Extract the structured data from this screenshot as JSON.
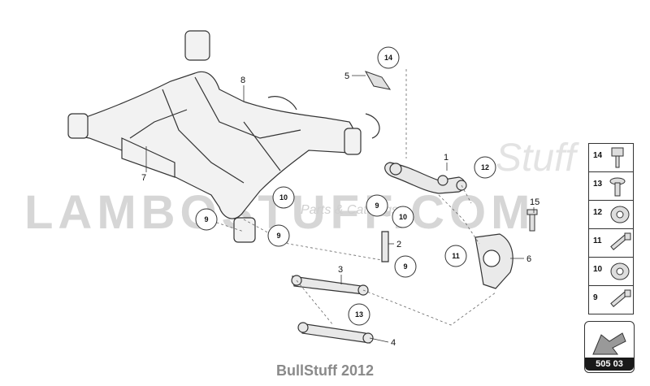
{
  "watermark": {
    "brand": "LAMBOSTUFF.COM",
    "script": "Stuff",
    "sub": "Parts & Catalogs"
  },
  "footer": "BullStuff 2012",
  "reference_code": "505 03",
  "callouts": {
    "c14": "14",
    "c12": "12",
    "c10a": "10",
    "c9a": "9",
    "c9b": "9",
    "c9c": "9",
    "c10b": "10",
    "c9d": "9",
    "c11": "11",
    "c13": "13"
  },
  "labels": {
    "l1": "1",
    "l2": "2",
    "l3": "3",
    "l4": "4",
    "l5": "5",
    "l6": "6",
    "l7": "7",
    "l8": "8",
    "l15": "15"
  },
  "legend": [
    {
      "num": "14",
      "icon": "hex-bolt-icon"
    },
    {
      "num": "13",
      "icon": "flange-bolt-icon"
    },
    {
      "num": "12",
      "icon": "bushing-icon"
    },
    {
      "num": "11",
      "icon": "long-bolt-icon"
    },
    {
      "num": "10",
      "icon": "bushing-icon"
    },
    {
      "num": "9",
      "icon": "long-bolt-icon"
    }
  ]
}
